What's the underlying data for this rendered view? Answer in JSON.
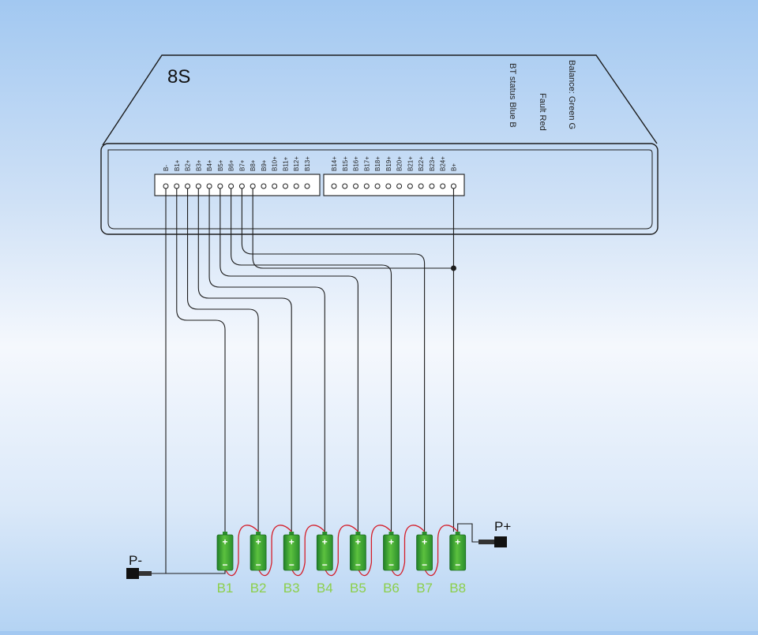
{
  "bms": {
    "title": "8S",
    "indicators": [
      "Balance: Green G",
      "Fault Red",
      "BT status Blue B"
    ]
  },
  "connectors": {
    "left_pins": [
      "B-",
      "B1+",
      "B2+",
      "B3+",
      "B4+",
      "B5+",
      "B6+",
      "B7+",
      "B8+",
      "B9+",
      "B10+",
      "B11+",
      "B12+",
      "B13+"
    ],
    "right_pins": [
      "B14+",
      "B15+",
      "B16+",
      "B17+",
      "B18+",
      "B19+",
      "B20+",
      "B21+",
      "B22+",
      "B23+",
      "B24+",
      "B+"
    ]
  },
  "cells": {
    "labels": [
      "B1",
      "B2",
      "B3",
      "B4",
      "B5",
      "B6",
      "B7",
      "B8"
    ],
    "plus_sign": "+",
    "minus_sign": "−"
  },
  "terminals": {
    "negative": "P-",
    "positive": "P+"
  },
  "colors": {
    "outline": "#1c1c1c",
    "cell_green": "#3aa53a",
    "cell_label": "#8ccf4a",
    "series_link": "#d41e2a"
  }
}
